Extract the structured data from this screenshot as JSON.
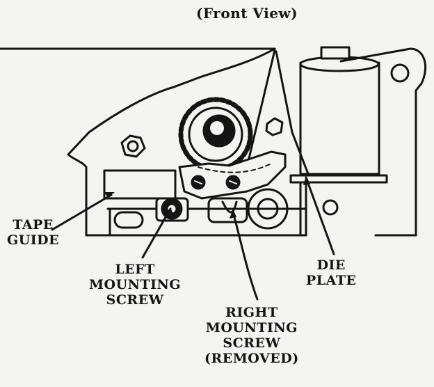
{
  "diagram": {
    "title": "(Front View)",
    "labels": {
      "tape_guide": [
        "TAPE",
        "GUIDE"
      ],
      "left_mounting_screw": [
        "LEFT",
        "MOUNTING",
        "SCREW"
      ],
      "right_mounting_screw": [
        "RIGHT",
        "MOUNTING",
        "SCREW",
        "(REMOVED)"
      ],
      "die_plate": [
        "DIE",
        "PLATE"
      ]
    },
    "colors": {
      "ink": "#141414",
      "paper": "#f4f4f2"
    }
  }
}
